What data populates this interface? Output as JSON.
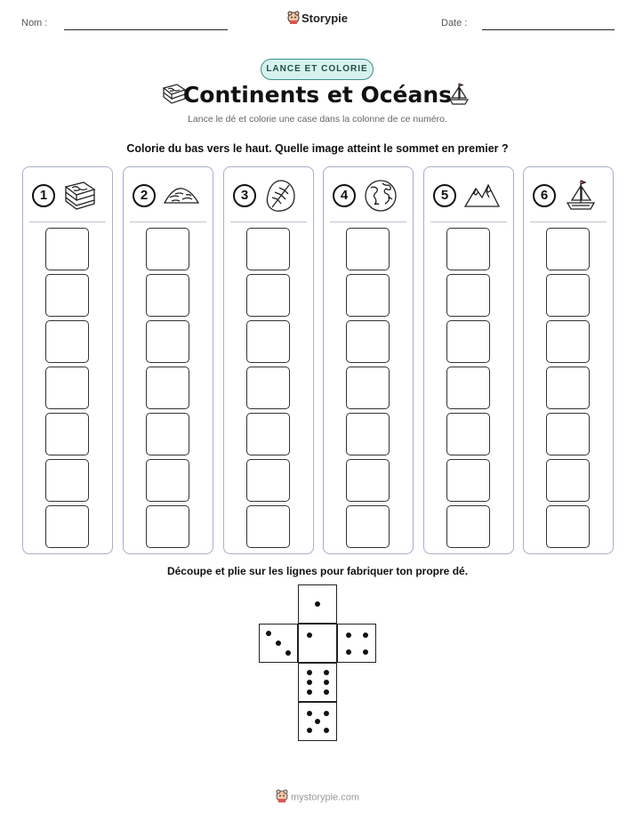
{
  "header": {
    "name_label": "Nom :",
    "date_label": "Date :",
    "brand": "Storypie"
  },
  "tag": "LANCE ET COLORIE",
  "title": "Continents et Océans",
  "subtitle": "Lance le dé et colorie une case dans la colonne de ce numéro.",
  "instruction": "Colorie du bas vers le haut. Quelle image atteint le sommet en premier ?",
  "columns": [
    {
      "number": "1",
      "icon": "atlas-book-icon"
    },
    {
      "number": "2",
      "icon": "sand-dune-icon"
    },
    {
      "number": "3",
      "icon": "leaf-icon"
    },
    {
      "number": "4",
      "icon": "globe-icon"
    },
    {
      "number": "5",
      "icon": "mountains-icon"
    },
    {
      "number": "6",
      "icon": "sailboat-icon"
    }
  ],
  "cells_per_column": 7,
  "dice_instruction": "Découpe et plie sur les lignes pour fabriquer ton propre dé.",
  "dice_faces": [
    1,
    3,
    1,
    4,
    6,
    5
  ],
  "footer": "mystorypie.com",
  "colors": {
    "pill_bg": "#d7f2ee",
    "pill_border": "#3a8f86",
    "column_border": "#a8aec8"
  }
}
